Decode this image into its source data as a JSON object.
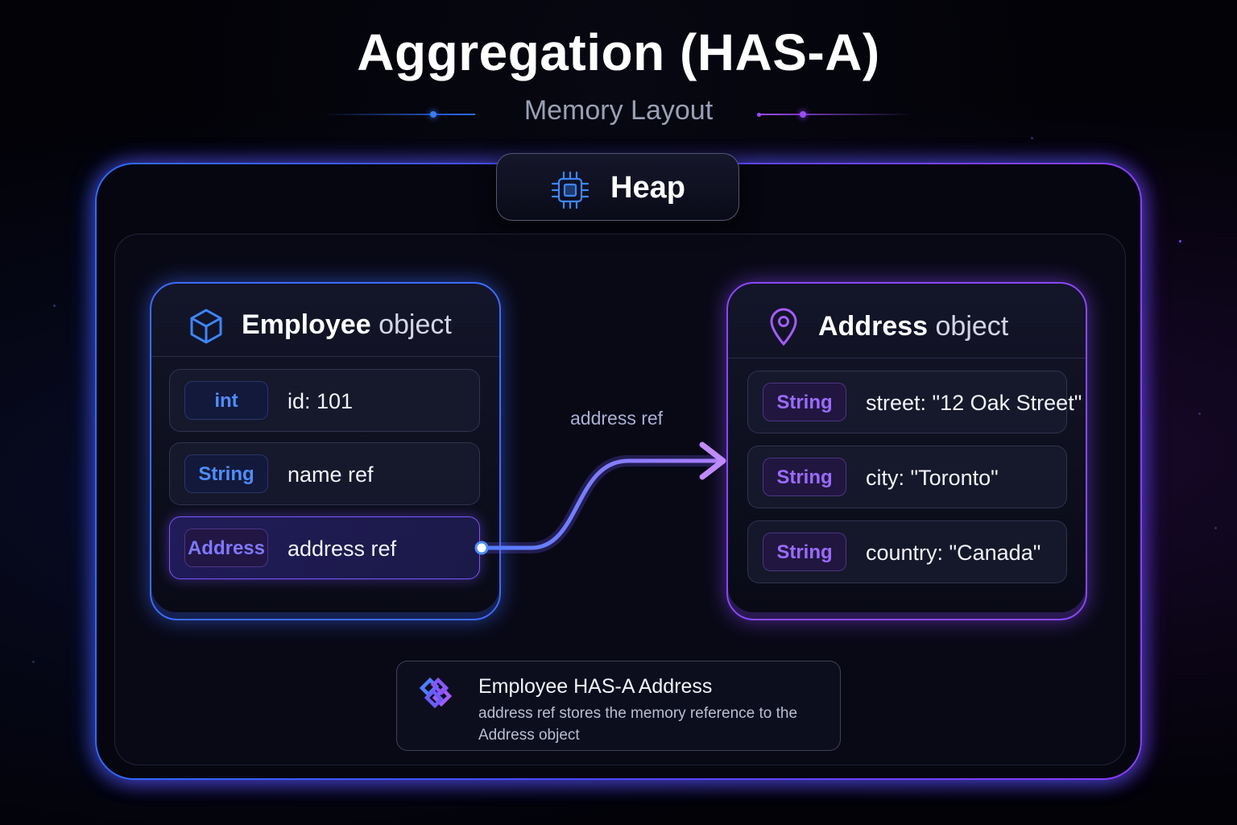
{
  "title": "Aggregation (HAS-A)",
  "subtitle": "Memory Layout",
  "heap": {
    "label": "Heap",
    "icon": "cpu-chip-icon"
  },
  "employee": {
    "icon": "cube-icon",
    "title_bold": "Employee",
    "title_light": "object",
    "accent": "#3c6cff",
    "fields": [
      {
        "type": "int",
        "text": "id: 101"
      },
      {
        "type": "String",
        "text": "name ref"
      },
      {
        "type": "Address",
        "text": "address ref"
      }
    ]
  },
  "address": {
    "icon": "location-pin-icon",
    "title_bold": "Address",
    "title_light": "object",
    "accent": "#8a48ff",
    "fields": [
      {
        "type": "String",
        "text": "street: \"12 Oak Street\""
      },
      {
        "type": "String",
        "text": "city: \"Toronto\""
      },
      {
        "type": "String",
        "text": "country: \"Canada\""
      }
    ]
  },
  "connector": {
    "label": "address ref"
  },
  "note": {
    "icon": "link-icon",
    "title": "Employee HAS-A Address",
    "description": "address ref stores the memory reference to the Address object"
  }
}
